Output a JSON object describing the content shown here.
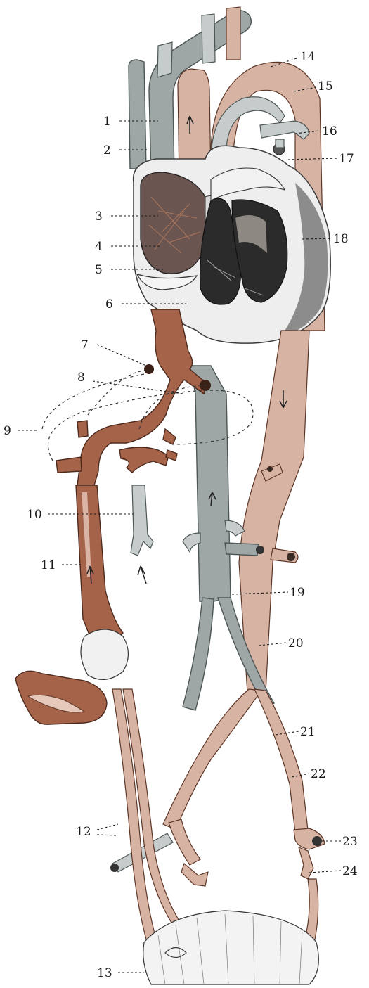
{
  "labels": [
    {
      "id": "1",
      "text": "1"
    },
    {
      "id": "2",
      "text": "2"
    },
    {
      "id": "3",
      "text": "3"
    },
    {
      "id": "4",
      "text": "4"
    },
    {
      "id": "5",
      "text": "5"
    },
    {
      "id": "6",
      "text": "6"
    },
    {
      "id": "7",
      "text": "7"
    },
    {
      "id": "8",
      "text": "8"
    },
    {
      "id": "9",
      "text": "9"
    },
    {
      "id": "10",
      "text": "10"
    },
    {
      "id": "11",
      "text": "11"
    },
    {
      "id": "12",
      "text": "12"
    },
    {
      "id": "13",
      "text": "13"
    },
    {
      "id": "14",
      "text": "14"
    },
    {
      "id": "15",
      "text": "15"
    },
    {
      "id": "16",
      "text": "16"
    },
    {
      "id": "17",
      "text": "17"
    },
    {
      "id": "18",
      "text": "18"
    },
    {
      "id": "19",
      "text": "19"
    },
    {
      "id": "20",
      "text": "20"
    },
    {
      "id": "21",
      "text": "21"
    },
    {
      "id": "22",
      "text": "22"
    },
    {
      "id": "23",
      "text": "23"
    },
    {
      "id": "24",
      "text": "24"
    }
  ],
  "colors": {
    "venous_blood": "#9ea6a6",
    "arterial_blood": "#a5634a",
    "mixed_blood": "#d7b3a3",
    "heart_wall": "#eeeeee"
  }
}
